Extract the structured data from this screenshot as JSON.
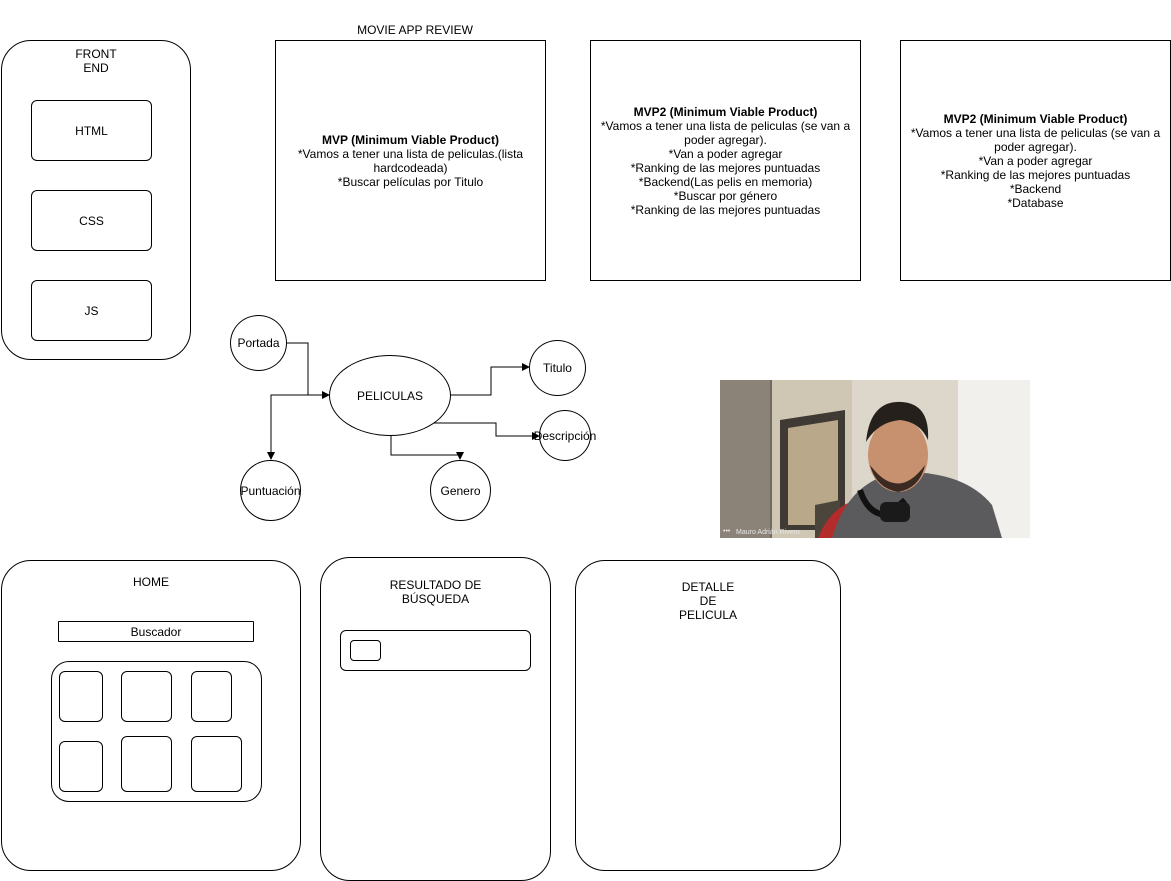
{
  "page_title": "MOVIE APP REVIEW",
  "frontend": {
    "title": "FRONT\nEND",
    "items": [
      "HTML",
      "CSS",
      "JS"
    ]
  },
  "mvp_boxes": [
    {
      "heading": "MVP (Minimum Viable Product)",
      "lines": [
        "*Vamos a tener una lista de peliculas.(lista hardcodeada)",
        "*Buscar películas por Titulo"
      ]
    },
    {
      "heading": "MVP2 (Minimum Viable Product)",
      "lines": [
        "*Vamos a tener una lista de peliculas (se van a poder agregar).",
        "*Van a poder agregar",
        "*Ranking de las mejores puntuadas",
        "*Backend(Las pelis en memoria)",
        "*Buscar por género",
        "*Ranking de las mejores puntuadas"
      ]
    },
    {
      "heading": "MVP2 (Minimum Viable Product)",
      "lines": [
        "*Vamos a tener una lista de peliculas (se van a poder agregar).",
        "*Van a poder agregar",
        "*Ranking de las mejores puntuadas",
        "*Backend",
        "*Database"
      ]
    }
  ],
  "entity_diagram": {
    "center": "PELICULAS",
    "attributes": {
      "portada": "Portada",
      "titulo": "Titulo",
      "descripcion": "Descripción",
      "puntuacion": "Puntuación",
      "genero": "Genero"
    }
  },
  "webcam": {
    "participant_name": "Mauro Adrián Rivero",
    "menu_icon": "more-dots-icon"
  },
  "screens": {
    "home": {
      "title": "HOME",
      "search_label": "Buscador"
    },
    "results": {
      "title": "RESULTADO DE\nBÚSQUEDA"
    },
    "detail": {
      "title": "DETALLE\nDE\nPELICULA"
    }
  }
}
